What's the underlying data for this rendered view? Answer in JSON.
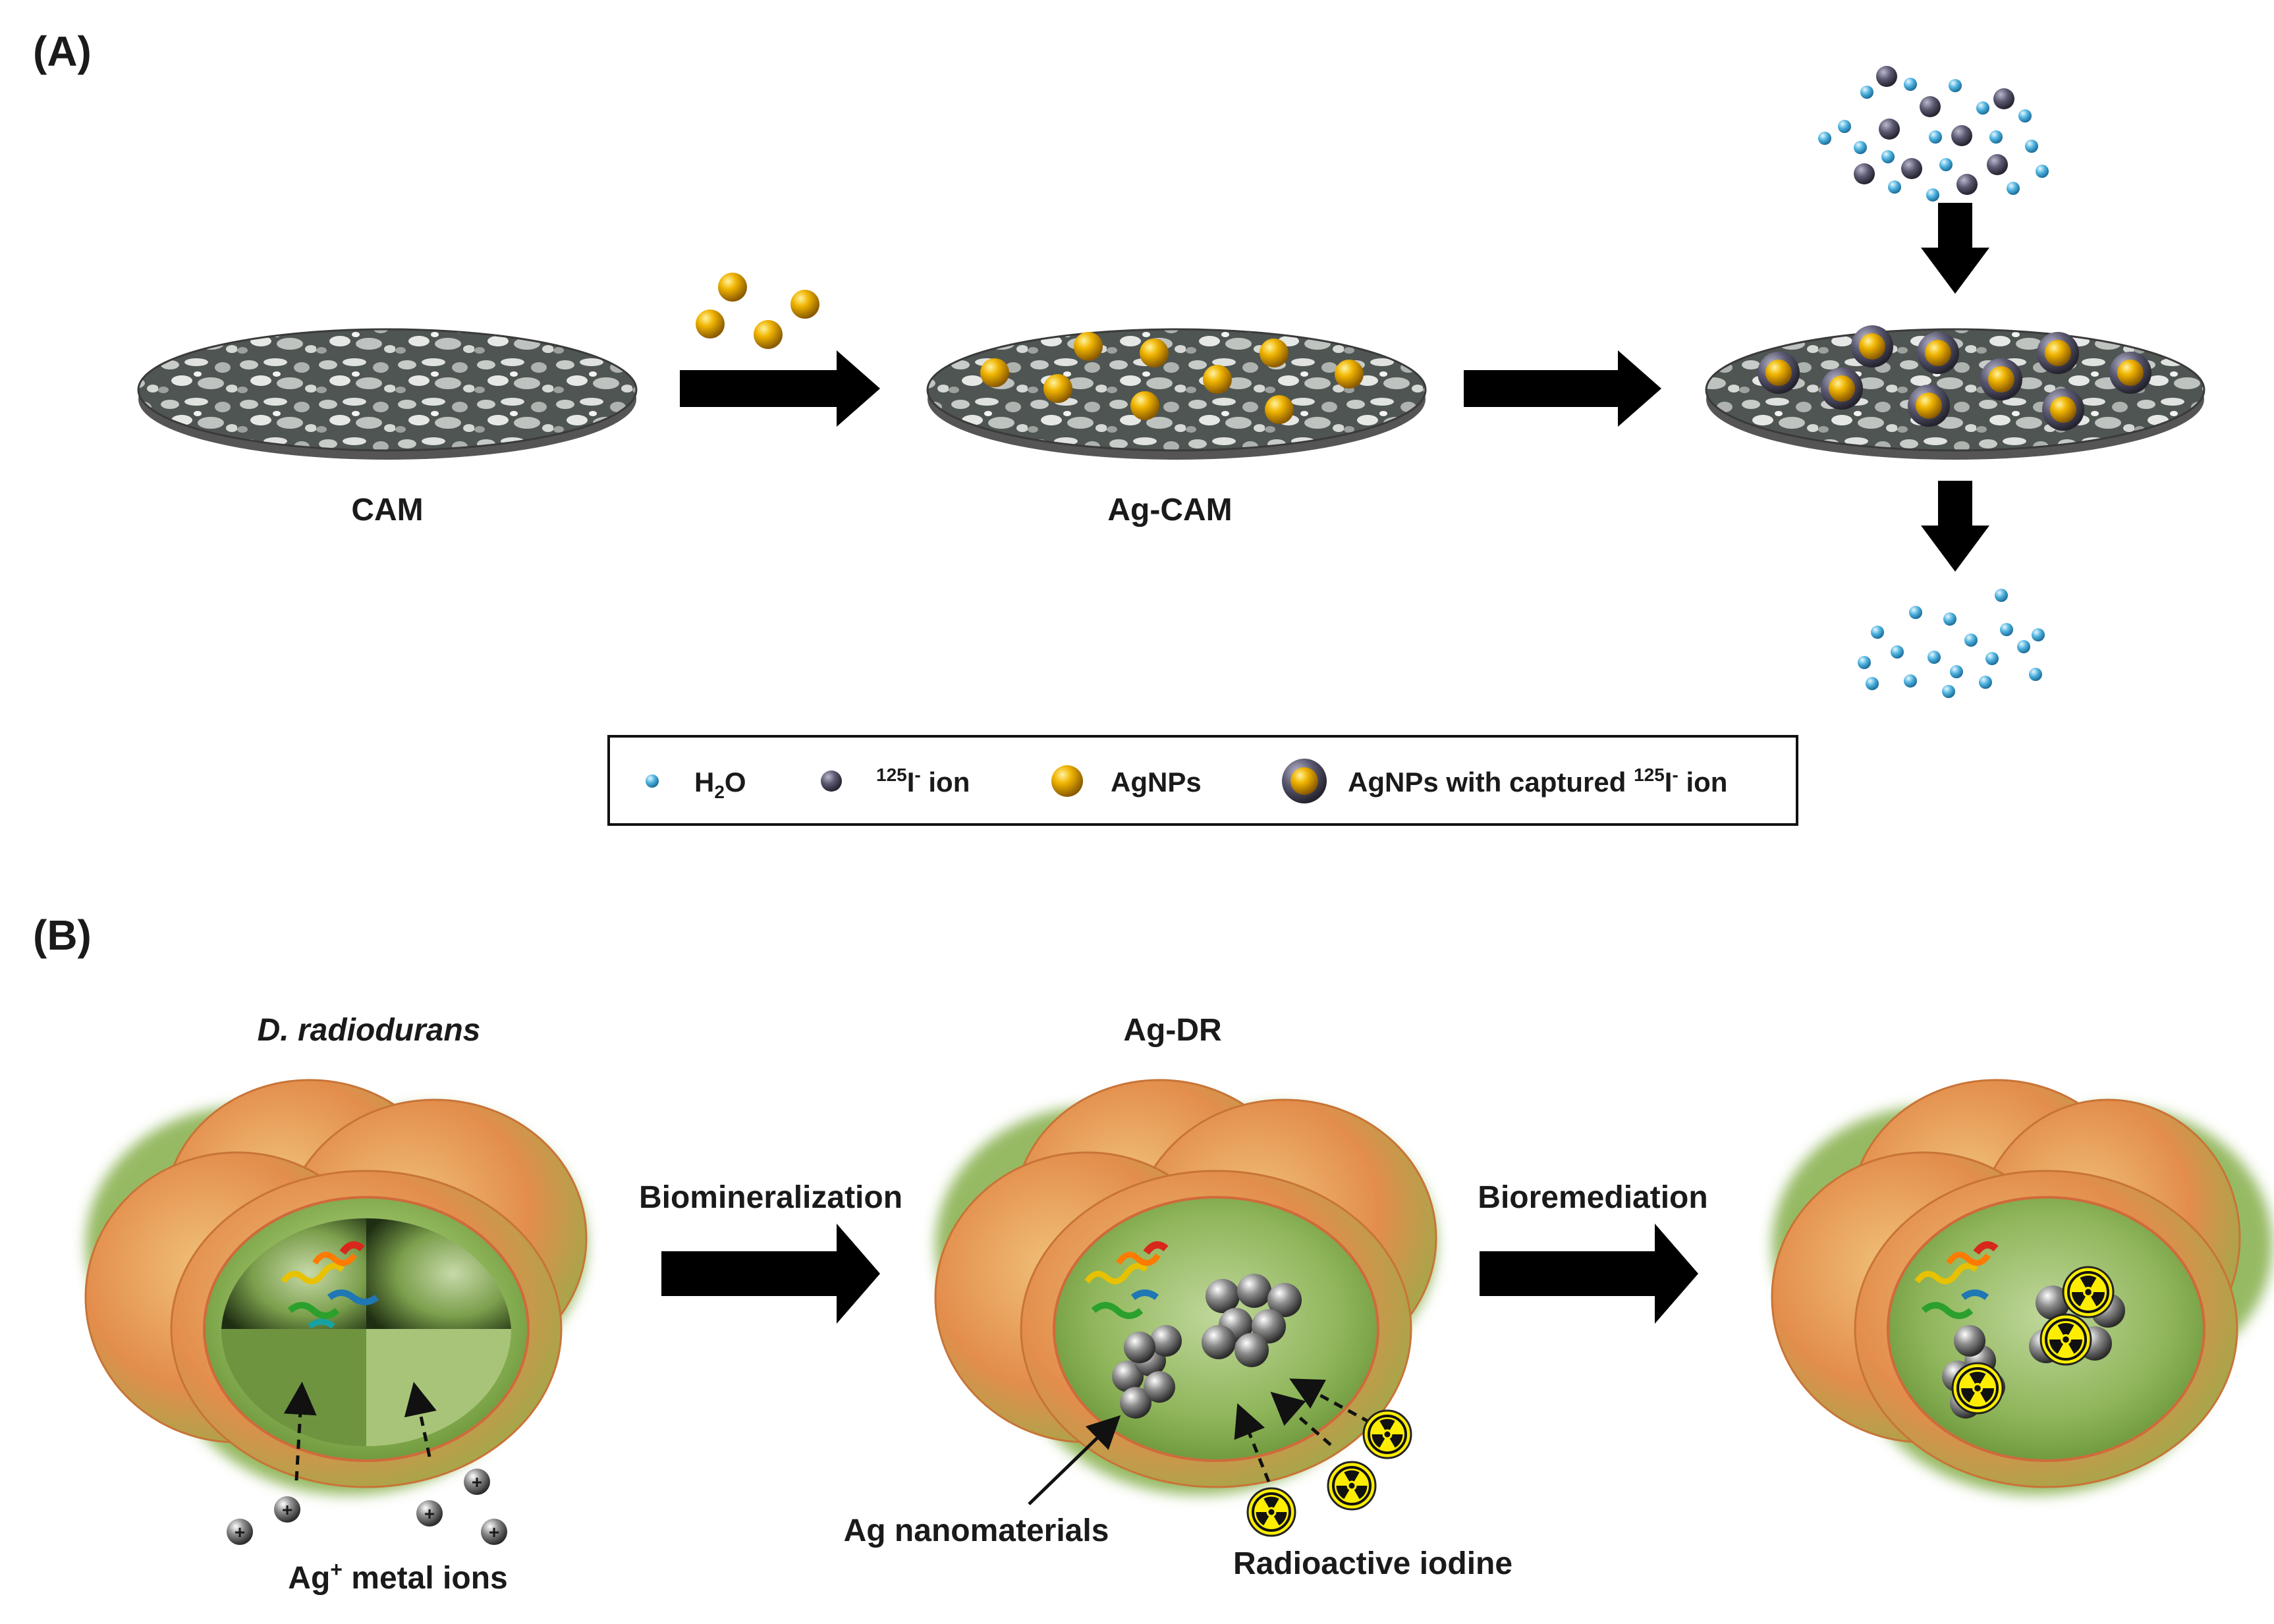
{
  "panel_a": {
    "label": "(A)",
    "cam_label": "CAM",
    "agcam_label": "Ag-CAM",
    "legend": {
      "h2o": {
        "main": "H",
        "sub": "2",
        "tail": "O"
      },
      "iodide": {
        "sup": "125",
        "main": "I",
        "charge": "-",
        "tail": " ion"
      },
      "agnps": "AgNPs",
      "captured": {
        "prefix": "AgNPs with captured ",
        "sup": "125",
        "main": "I",
        "charge": "-",
        "tail": " ion"
      }
    }
  },
  "panel_b": {
    "label": "(B)",
    "organism": "D. radiodurans",
    "agdr": "Ag-DR",
    "step1": "Biomineralization",
    "step2": "Bioremediation",
    "metal_ions": {
      "main": "Ag",
      "sup": "+",
      "tail": " metal ions"
    },
    "ag_nano": "Ag nanomaterials",
    "radio_iodine": "Radioactive iodine"
  },
  "colors": {
    "water": "#4fb3e0",
    "iodide": "#5a5870",
    "gold": "#e3a300",
    "cell_orange": "#e8904a",
    "cell_green": "#7da93c",
    "hazard_yellow": "#ffee00"
  }
}
